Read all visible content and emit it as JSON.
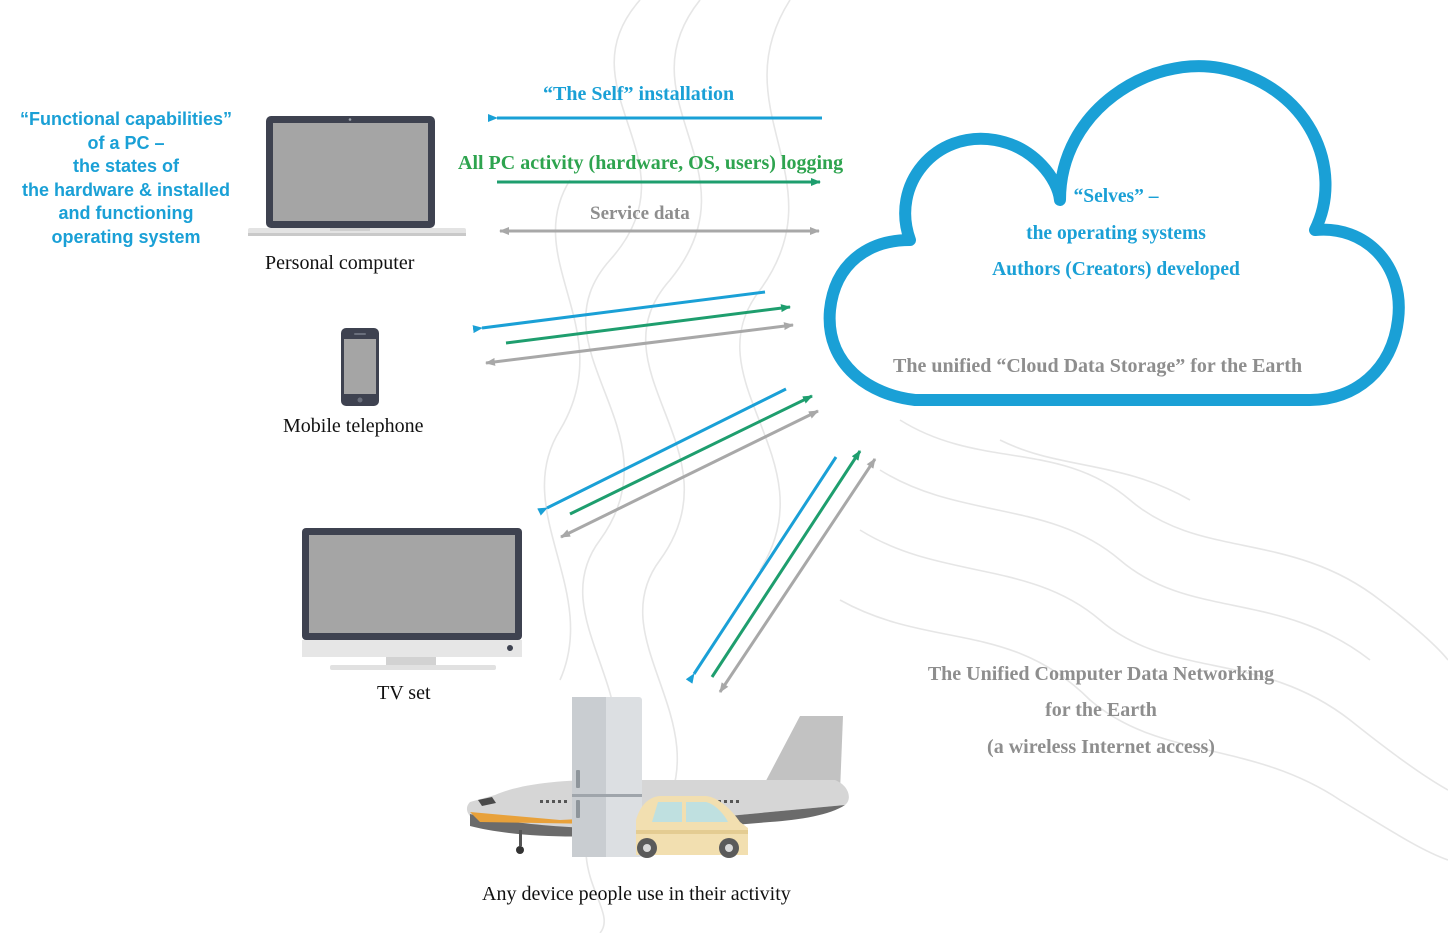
{
  "left_note": {
    "lines": [
      "“Functional capabilities”",
      "of a PC –",
      "the states of",
      "the hardware & installed",
      "and functioning",
      "operating system"
    ]
  },
  "flows": {
    "installation": "“The Self” installation",
    "logging": "All PC activity (hardware, OS, users) logging",
    "service": "Service data"
  },
  "devices": {
    "pc": "Personal computer",
    "mobile": "Mobile telephone",
    "tv": "TV set",
    "any": "Any device people use in their activity"
  },
  "cloud": {
    "line1": "“Selves” –",
    "line2": "the operating systems",
    "line3": "Authors (Creators) developed",
    "storage": "The unified “Cloud Data Storage” for the Earth"
  },
  "network": {
    "line1": "The Unified Computer Data Networking",
    "line2": "for the Earth",
    "line3": "(a wireless Internet access)"
  },
  "colors": {
    "install": "#1aa0d6",
    "logging": "#1e9e6e",
    "service": "#a8a8a8",
    "cloud_outline": "#1aa0d6",
    "background_lines": "#e6e6e6"
  }
}
